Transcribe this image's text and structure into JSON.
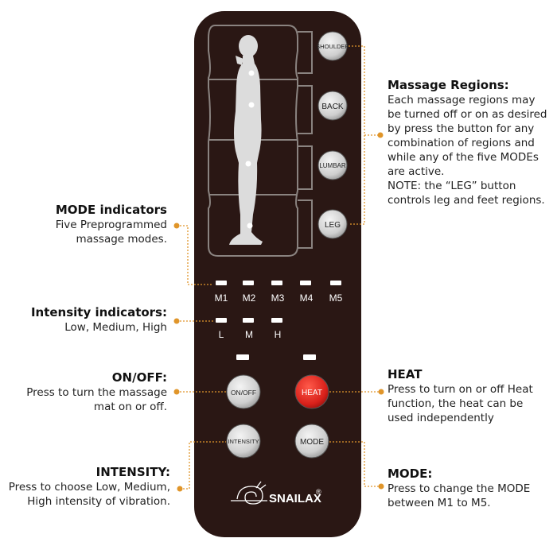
{
  "remote": {
    "region_buttons": [
      {
        "id": "shoulder",
        "label": "SHOULDER"
      },
      {
        "id": "back",
        "label": "BACK"
      },
      {
        "id": "lumbar",
        "label": "LUMBAR"
      },
      {
        "id": "leg",
        "label": "LEG"
      }
    ],
    "modes": [
      "M1",
      "M2",
      "M3",
      "M4",
      "M5"
    ],
    "intensity_levels": [
      "L",
      "M",
      "H"
    ],
    "buttons": {
      "onoff": "ON/OFF",
      "heat": "HEAT",
      "intensity": "INTENSITY",
      "mode": "MODE"
    },
    "brand": "SNAILAX",
    "brand_mark": "®"
  },
  "callouts": {
    "regions": {
      "title": "Massage Regions:",
      "body": "Each massage regions may\nbe turned off or on as desired\nby press the button for any\ncombination of regions and\nwhile any of the five MODEs\nare active.\nNOTE: the “LEG” button\ncontrols leg and feet regions."
    },
    "mode_indicators": {
      "title": "MODE indicators",
      "body": "Five Preprogrammed\nmassage modes."
    },
    "intensity_indicators": {
      "title": "Intensity indicators:",
      "body": "Low, Medium, High"
    },
    "onoff": {
      "title": "ON/OFF:",
      "body": "Press to turn the massage\nmat on or off."
    },
    "heat": {
      "title": "HEAT",
      "body": "Press to turn on or off Heat\nfunction, the heat can be\nused independently"
    },
    "intensity": {
      "title": "INTENSITY:",
      "body": "Press to choose Low, Medium,\nHigh intensity of vibration."
    },
    "mode": {
      "title": "MODE:",
      "body": "Press to change the MODE\nbetween M1 to M5."
    }
  },
  "colors": {
    "remote_body": "#2a1714",
    "leader": "#e0952a",
    "heat_button": "#d8201a",
    "button_gray": "#cfcfcf",
    "indicator": "#ffffff"
  }
}
